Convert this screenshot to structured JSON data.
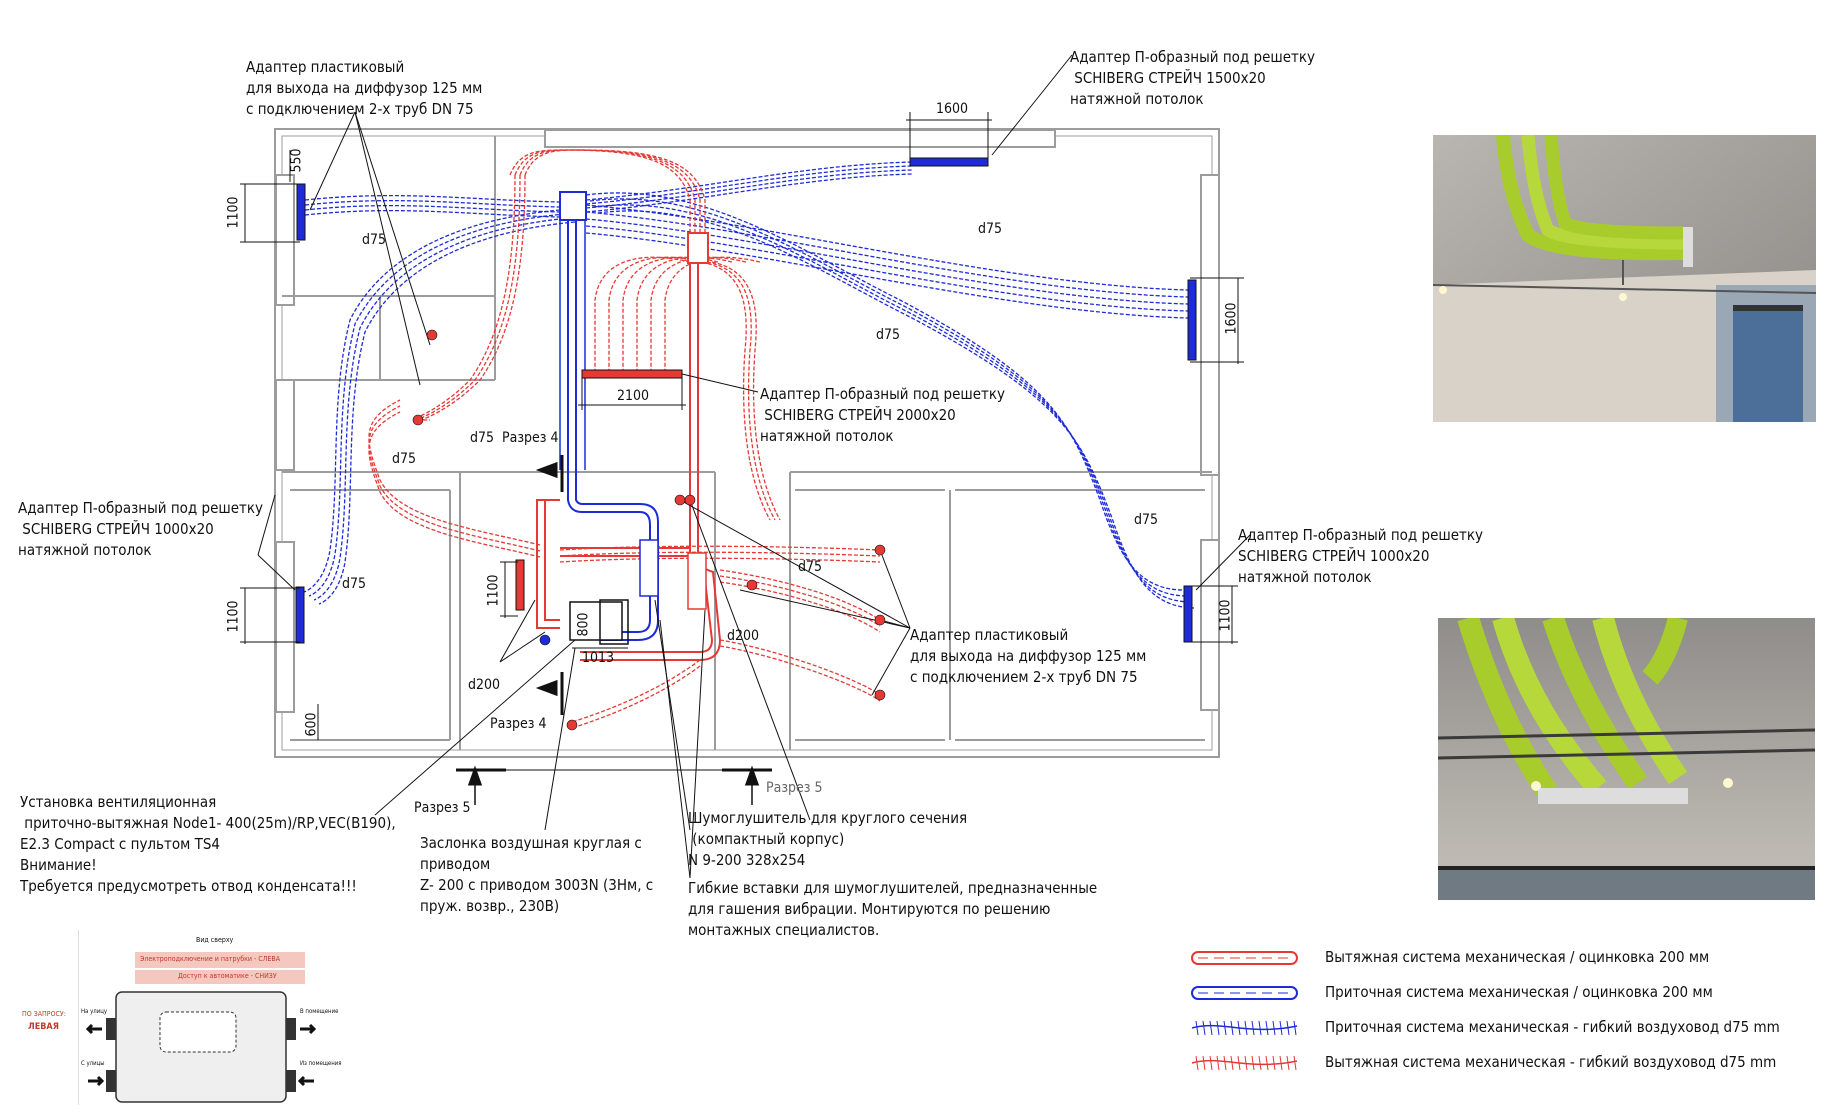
{
  "labels": {
    "adapter_plastic_top": "Адаптер пластиковый\nдля выхода на диффузор 125 мм\nс подключением 2-х труб DN 75",
    "adapter_p_top": "Адаптер П-образный под решетку\n SCHIBERG СТРЕЙЧ 1500х20\nнатяжной потолок",
    "adapter_p_center": "Адаптер П-образный под решетку\n SCHIBERG СТРЕЙЧ 2000х20\nнатяжной потолок",
    "adapter_p_left": "Адаптер П-образный под решетку\n SCHIBERG СТРЕЙЧ 1000х20\nнатяжной потолок",
    "adapter_p_right": "Адаптер П-образный под решетку\nSCHIBERG СТРЕЙЧ 1000х20\nнатяжной потолок",
    "adapter_plastic_bottom": "Адаптер пластиковый\nдля выхода на диффузор 125 мм\nс подключением 2-х труб DN 75",
    "unit_install": "Установка вентиляционная\n приточно-вытяжная Node1- 400(25m)/RP,VEC(B190),\nE2.3 Compact с пультом TS4\nВнимание!\nТребуется предусмотреть отвод конденсата!!!",
    "damper": "Заслонка воздушная круглая с\nприводом\nZ- 200 с приводом 3003N (3Нм, с\nпруж. возвр., 230В)",
    "silencer": "Шумоглушитель для круглого сечения\n (компактный корпус)\nN 9-200 328х254",
    "flex_inserts": "Гибкие вставки для шумоглушителей, предназначенные\nдля гашения вибрации. Монтируются по решению\nмонтажных специалистов.",
    "razrez4_top": "Разрез 4",
    "razrez4_bottom": "Разрез 4",
    "razrez5": "Разрез 5",
    "razrez5_right": "Разрез 5"
  },
  "dimensions": {
    "d1600_top": "1600",
    "d1100_left_top": "1100",
    "d550": "550",
    "d1600_right": "1600",
    "d2100": "2100",
    "d1100_left_bottom": "1100",
    "d1100_right": "1100",
    "d1100_unit": "1100",
    "d800": "800",
    "d1013": "1013",
    "d600": "600"
  },
  "pipe_labels": {
    "d75_a": "d75",
    "d75_b": "d75",
    "d75_c": "d75",
    "d75_d": "d75",
    "d75_e": "d75",
    "d75_f": "d75",
    "d75_g": "d75",
    "d75_h": "d75",
    "d200_a": "d200",
    "d200_b": "d200"
  },
  "legend": [
    {
      "label": "Вытяжная система механическая / оцинковка 200 мм",
      "color": "#e53935",
      "style": "duct"
    },
    {
      "label": "Приточная система механическая / оцинковка 200 мм",
      "color": "#1e2bd8",
      "style": "duct"
    },
    {
      "label": "Приточная система механическая - гибкий воздуховод d75 mm",
      "color": "#1e2bd8",
      "style": "flex"
    },
    {
      "label": "Вытяжная система механическая - гибкий воздуховод d75 mm",
      "color": "#e53935",
      "style": "flex"
    }
  ],
  "inset": {
    "title": "Вид сверху",
    "banner1": "Электроподключение и патрубки - СЛЕВА",
    "banner2": "Доступ к автоматике - СНИЗУ",
    "side_label": "ПО ЗАПРОСУ:",
    "side_value": "ЛЕВАЯ",
    "port_tl": "На улицу",
    "port_bl": "С улицы",
    "port_tr": "В помещение",
    "port_br": "Из помещения"
  },
  "colors": {
    "supply": "#1e2bd8",
    "exhaust": "#e53935",
    "wall": "#a0a0a0"
  }
}
